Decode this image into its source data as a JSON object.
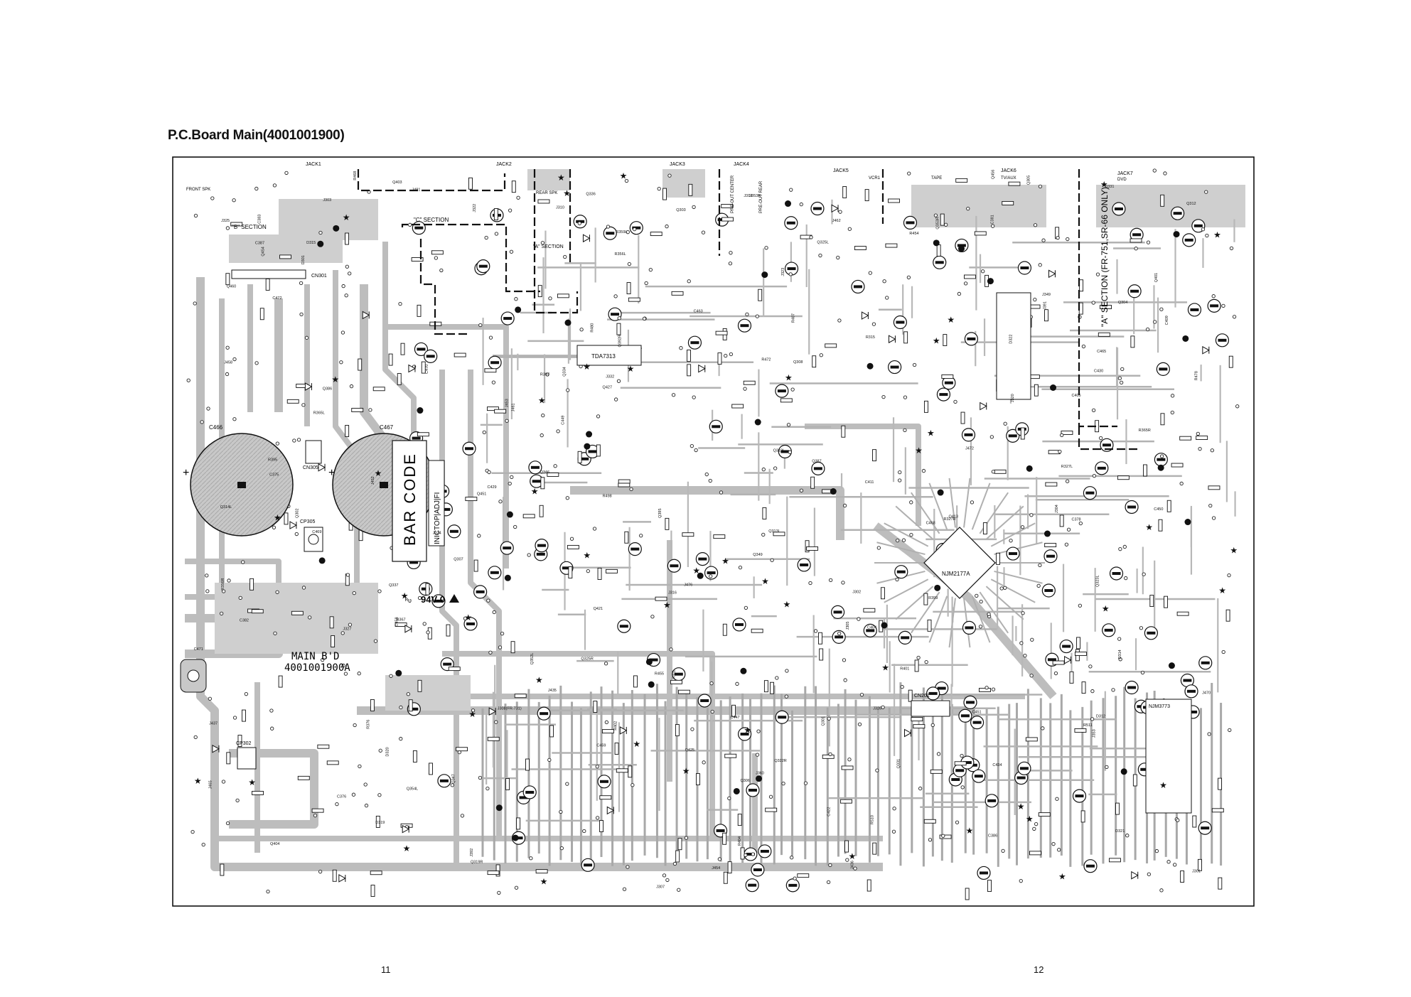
{
  "page": {
    "title": "P.C.Board Main(4001001900)",
    "left_page_number": "11",
    "right_page_number": "12"
  },
  "board": {
    "jacks": [
      "JACK1",
      "JACK2",
      "JACK3",
      "JACK4",
      "JACK5",
      "JACK6",
      "JACK7"
    ],
    "jack_sublabels": [
      "FRONT SPK",
      "REAR SPK",
      "PRE-OUT CENTER",
      "PRE-OUT REAR",
      "VCR1",
      "TAPE",
      "TV/AUX",
      "DVD"
    ],
    "sections": [
      "\"B\" SECTION",
      "\"C\" SECTION",
      "\"A\" SECTION",
      "\"A\" SECTION (FR-751,SR-66 ONLY)"
    ],
    "bar_code": "BAR CODE",
    "bar_code_sub": "INICTOP|ADJ|FI",
    "board_id_1": "MAIN B'D",
    "board_id_2": "4001001900A",
    "flammability": "94V-0",
    "ic_labels": [
      "TDA7313",
      "NJM2177A",
      "NJM3773",
      "CN301",
      "CN305",
      "CN201",
      "CP305",
      "CP302"
    ],
    "capacitors_large": [
      "C466",
      "C467"
    ],
    "component_labels": [
      "J307",
      "J310",
      "J308(FR-731)",
      "J314",
      "J316",
      "J302",
      "J303",
      "J304",
      "J305",
      "J301",
      "J320",
      "J322",
      "J323",
      "J324",
      "J325",
      "J326",
      "J327",
      "J332",
      "J349",
      "J353",
      "J360",
      "J391",
      "J392",
      "J436",
      "J435",
      "J437",
      "J452",
      "J453",
      "J454",
      "J458",
      "J461",
      "J462",
      "J465",
      "J470",
      "J472",
      "J476",
      "J481",
      "R365L",
      "R365R",
      "R367",
      "R376",
      "R455",
      "R454",
      "R468",
      "R480",
      "R498",
      "R510",
      "R511",
      "R315",
      "R311",
      "R327L",
      "R327R",
      "R356L",
      "R356R",
      "R359L",
      "R402",
      "R401",
      "R404",
      "R407",
      "R397",
      "R399",
      "R395",
      "R472",
      "R478",
      "C429",
      "C430",
      "C434",
      "C447",
      "C449",
      "C451",
      "C463",
      "C465",
      "C468",
      "C469",
      "C470",
      "C471",
      "C472",
      "C375",
      "C376",
      "C378",
      "C381",
      "C382",
      "C383",
      "C386",
      "C387",
      "C404",
      "C405",
      "C409",
      "C411",
      "C422",
      "C458",
      "C459",
      "C450",
      "C353R",
      "Q301",
      "Q302",
      "Q303",
      "Q304",
      "Q305",
      "Q306",
      "Q307",
      "Q308",
      "Q312",
      "Q313L",
      "Q314L",
      "Q319L",
      "Q319R",
      "Q322R",
      "Q323L",
      "Q325L",
      "Q325R",
      "Q331",
      "Q334",
      "Q336",
      "Q337",
      "Q346",
      "Q347",
      "Q349",
      "Q352L",
      "Q353R",
      "Q354L",
      "Q386",
      "Q387",
      "Q392R",
      "Q395",
      "Q401",
      "Q403",
      "Q404",
      "Q413",
      "Q421",
      "Q425",
      "Q427",
      "Q451",
      "Q454",
      "Q456",
      "Q460",
      "D301",
      "D312",
      "D314",
      "D315",
      "D319",
      "D320",
      "D321",
      "D322",
      "D331"
    ]
  }
}
